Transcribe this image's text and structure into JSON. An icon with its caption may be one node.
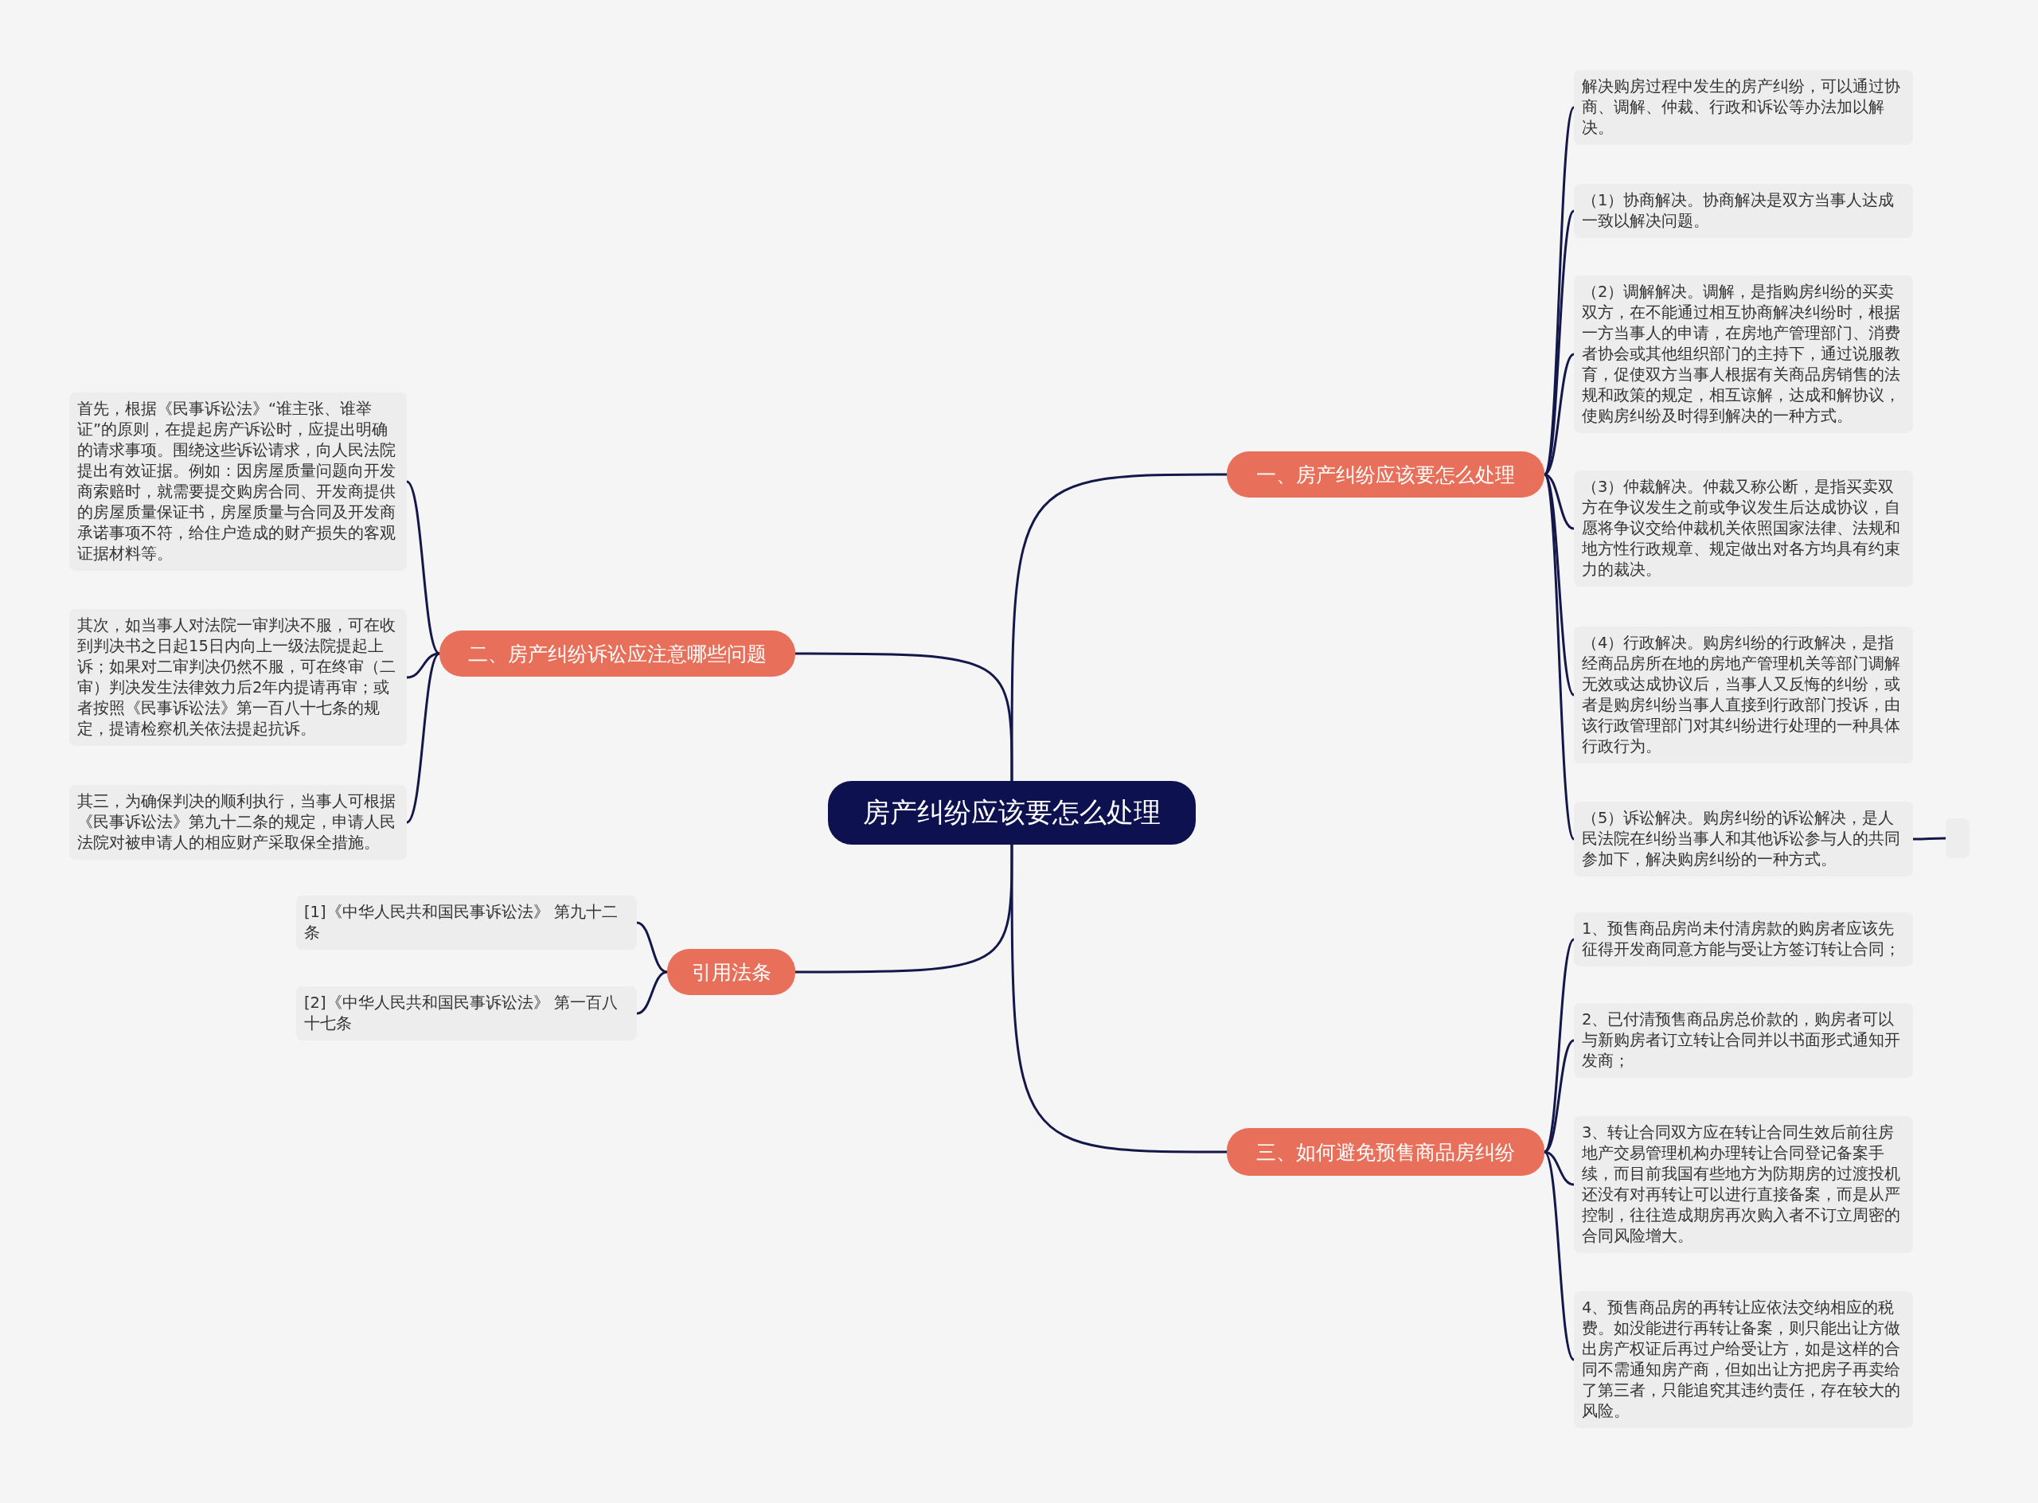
{
  "diagram": {
    "nodes": [
      {
        "text": [
          "房产纠纷应该要怎么处理"
        ]
      },
      {
        "text": [
          "一、房产纠纷应该要怎么处理"
        ]
      },
      {
        "text": [
          "解决购房过程中发生的房产纠纷，可以通过协商、调解、仲裁、行政和诉讼等办法加以解决。"
        ]
      },
      {
        "text": [
          "（1）协商解决。协商解决是双方当事人达成一致以解决问题。"
        ]
      },
      {
        "text": [
          "（2）调解解决。调解，是指购房纠纷的买卖双方，在不能通过相互协商解决纠纷时，根据一方当事人的申请，在房地产管理部门、消费者协会或其他组织部门的主持下，通过说服教育，促使双方当事人根据有关商品房销售的法规和政策的规定，相互谅解，达成和解协议，使购房纠纷及时得到解决的一种方式。"
        ]
      },
      {
        "text": [
          "（3）仲裁解决。仲裁又称公断，是指买卖双方在争议发生之前或争议发生后达成协议，自愿将争议交给仲裁机关依照国家法律、法规和地方性行政规章、规定做出对各方均具有约束力的裁决。"
        ]
      },
      {
        "text": [
          "（4）行政解决。购房纠纷的行政解决，是指经商品房所在地的房地产管理机关等部门调解无效或达成协议后，当事人又反悔的纠纷，或者是购房纠纷当事人直接到行政部门投诉，由该行政管理部门对其纠纷进行处理的一种具体行政行为。"
        ]
      },
      {
        "text": [
          "（5）诉讼解决。购房纠纷的诉讼解决，是人民法院在纠纷当事人和其他诉讼参与人的共同参加下，解决购房纠纷的一种方式。"
        ]
      },
      {
        "text": [],
        "shape": "box"
      },
      {
        "text": [
          "二、房产纠纷诉讼应注意哪些问题"
        ]
      },
      {
        "text": [
          "首先，根据《民事诉讼法》“谁主张、谁举证”的原则，在提起房产诉讼时，应提出明确的请求事项。围绕这些诉讼请求，向人民法院提出有效证据。例如：因房屋质量问题向开发商索赔时，就需要提交购房合同、开发商提供的房屋质量保证书，房屋质量与合同及开发商承诺事项不符，给住户造成的财产损失的客观证据材料等。"
        ]
      },
      {
        "text": [
          "其次，如当事人对法院一审判决不服，可在收到判决书之日起15日内向上一级法院提起上诉；如果对二审判决仍然不服，可在终审（二审）判决发生法律效力后2年内提请再审；或者按照《民事诉讼法》第一百八十七条的规定，提请检察机关依法提起抗诉。"
        ]
      },
      {
        "text": [
          "其三，为确保判决的顺利执行，当事人可根据《民事诉讼法》第九十二条的规定，申请人民法院对被申请人的相应财产采取保全措施。"
        ]
      },
      {
        "text": [
          "引用法条"
        ]
      },
      {
        "text": [
          "[1]《中华人民共和国民事诉讼法》 第九十二条"
        ]
      },
      {
        "text": [
          "[2]《中华人民共和国民事诉讼法》 第一百八十七条"
        ]
      },
      {
        "text": [
          "三、如何避免预售商品房纠纷"
        ]
      },
      {
        "text": [
          "1、预售商品房尚未付清房款的购房者应该先征得开发商同意方能与受让方签订转让合同；"
        ]
      },
      {
        "text": [
          "2、已付清预售商品房总价款的，购房者可以与新购房者订立转让合同并以书面形式通知开发商；"
        ]
      },
      {
        "text": [
          "3、转让合同双方应在转让合同生效后前往房地产交易管理机构办理转让合同登记备案手续，而目前我国有些地方为防期房的过渡投机还没有对再转让可以进行直接备案，而是从严控制，往往造成期房再次购入者不订立周密的合同风险增大。"
        ]
      },
      {
        "text": [
          "4、预售商品房的再转让应依法交纳相应的税费。如没能进行再转让备案，则只能出让方做出房产权证后再过户给受让方，如是这样的合同不需通知房产商，但如出让方把房子再卖给了第三者，只能追究其违约责任，存在较大的风险。"
        ]
      }
    ],
    "edges": [
      {
        "from": 0,
        "to": 1,
        "arrow": "none"
      },
      {
        "from": 1,
        "to": 2,
        "arrow": "none"
      },
      {
        "from": 1,
        "to": 3,
        "arrow": "none"
      },
      {
        "from": 1,
        "to": 4,
        "arrow": "none"
      },
      {
        "from": 1,
        "to": 5,
        "arrow": "none"
      },
      {
        "from": 1,
        "to": 6,
        "arrow": "none"
      },
      {
        "from": 1,
        "to": 7,
        "arrow": "none"
      },
      {
        "from": 7,
        "to": 8,
        "arrow": "none"
      },
      {
        "from": 0,
        "to": 9,
        "arrow": "none"
      },
      {
        "from": 9,
        "to": 10,
        "arrow": "none"
      },
      {
        "from": 9,
        "to": 11,
        "arrow": "none"
      },
      {
        "from": 9,
        "to": 12,
        "arrow": "none"
      },
      {
        "from": 0,
        "to": 13,
        "arrow": "none"
      },
      {
        "from": 13,
        "to": 14,
        "arrow": "none"
      },
      {
        "from": 13,
        "to": 15,
        "arrow": "none"
      },
      {
        "from": 0,
        "to": 16,
        "arrow": "none"
      },
      {
        "from": 16,
        "to": 17,
        "arrow": "none"
      },
      {
        "from": 16,
        "to": 18,
        "arrow": "none"
      },
      {
        "from": 16,
        "to": 19,
        "arrow": "none"
      },
      {
        "from": 16,
        "to": 20,
        "arrow": "none"
      }
    ]
  }
}
